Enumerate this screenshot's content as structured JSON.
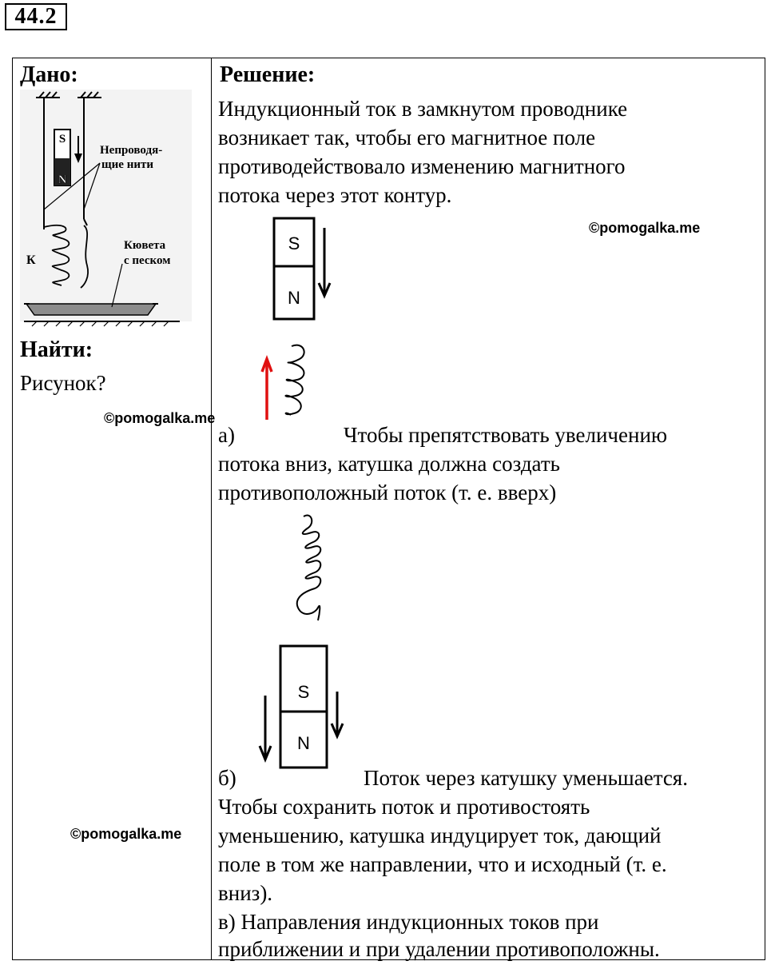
{
  "problem_number": "44.2",
  "given": {
    "header": "Дано:",
    "figure_labels": {
      "magnet_s": "S",
      "magnet_n": "N",
      "threads": "Непроводя-\nщие нити",
      "threads_line1": "Непроводя-",
      "threads_line2": "щие нити",
      "coil": "К",
      "cuvette_line1": "Кювета",
      "cuvette_line2": "с песком"
    }
  },
  "find": {
    "header": "Найти:",
    "value": "Рисунок?"
  },
  "solution": {
    "header": "Решение:",
    "intro_lines": [
      "Индукционный ток в замкнутом проводнике",
      "возникает так, чтобы его магнитное поле",
      "противодействовало изменению магнитного",
      "потока через этот контур."
    ],
    "part_a_label": "а)",
    "part_a_lines": [
      "Чтобы препятствовать увеличению",
      "потока вниз, катушка должна создать",
      "противоположный поток (т. е. вверх)"
    ],
    "part_b_label": "б)",
    "part_b_lines": [
      "Поток через катушку уменьшается.",
      "Чтобы сохранить поток и противостоять",
      "уменьшению, катушка индуцирует ток, дающий",
      "поле в том же направлении, что и исходный (т. е.",
      "вниз)."
    ],
    "part_c_lines": [
      "в) Направления индукционных токов при",
      "приближении и при удалении противоположны."
    ],
    "magnet1": {
      "top_pole": "S",
      "bottom_pole": "N"
    },
    "magnet2": {
      "top_pole": "S",
      "bottom_pole": "N"
    }
  },
  "watermarks": [
    "©pomogalka.me",
    "©pomogalka.me",
    "©pomogalka.me"
  ],
  "colors": {
    "arrow_red": "#e01010"
  }
}
